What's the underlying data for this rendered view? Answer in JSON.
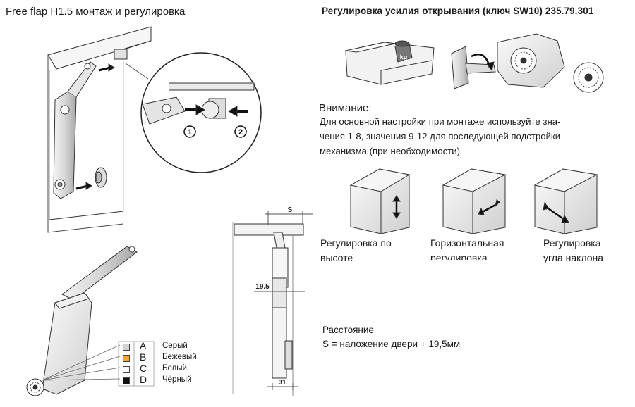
{
  "title_left": "Free flap H1.5 монтаж и регулировка",
  "title_right": "Регулировка усилия открывания (ключ SW10) 235.79.301",
  "kg_label": "kg",
  "callouts": [
    "1",
    "2"
  ],
  "attention": {
    "heading": "Внимание:",
    "lines": [
      "Для основной настройки при монтаже используйте зна-",
      "чения 1-8, значения 9-12 для последующей подстройки",
      "механизма (при необходимости)"
    ]
  },
  "adjustments": [
    {
      "line1": "Регулировка по",
      "line2": "высоте"
    },
    {
      "line1": "Горизонтальная",
      "line2": "регулировка"
    },
    {
      "line1": "Регулировка",
      "line2": "угла наклона"
    }
  ],
  "dimensions": {
    "s": "S",
    "offset": "19.5",
    "width": "31"
  },
  "distance": {
    "label": "Расстояние",
    "formula": "S = наложение двери + 19,5мм"
  },
  "legend": [
    {
      "letter": "A",
      "name": "Серый",
      "color": "#d3d3d3"
    },
    {
      "letter": "B",
      "name": "Бежевый",
      "color": "#f0a534"
    },
    {
      "letter": "C",
      "name": "Белый",
      "color": "#ffffff"
    },
    {
      "letter": "D",
      "name": "Чёрный",
      "color": "#111111"
    }
  ]
}
